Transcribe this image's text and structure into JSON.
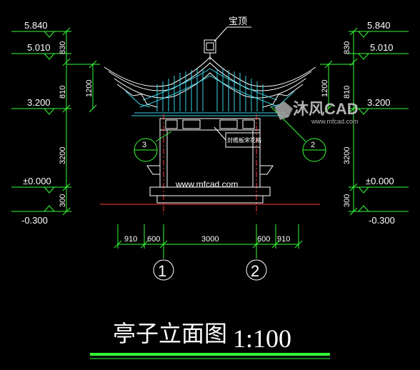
{
  "levels_left": [
    "5.840",
    "5.010",
    "3.200",
    "±0.000",
    "-0.300"
  ],
  "levels_right": [
    "5.840",
    "5.010",
    "3.200",
    "±0.000",
    "-0.300"
  ],
  "vertical_dims_left": [
    "830",
    "1200",
    "810",
    "3200",
    "300"
  ],
  "vertical_dims_right": [
    "830",
    "1200",
    "810",
    "3200",
    "300"
  ],
  "horizontal_dims": [
    "910",
    "600",
    "3000",
    "600",
    "910"
  ],
  "axes": [
    "1",
    "2"
  ],
  "callouts": {
    "top_label": "宝顶",
    "note_label": "封檐板宋花格",
    "section_3": "3",
    "section_2": "2"
  },
  "watermark_center": "www.mfcad.com",
  "watermark_logo": {
    "name": "沐风CAD",
    "url": "www.mfcad.com"
  },
  "title": {
    "name": "亭子立面图",
    "scale": "1:100"
  },
  "colors": {
    "background": "#000000",
    "green": "#33ff33",
    "white": "#ffffff",
    "cyan": "#37d3e6",
    "red": "#ff3b3b"
  }
}
